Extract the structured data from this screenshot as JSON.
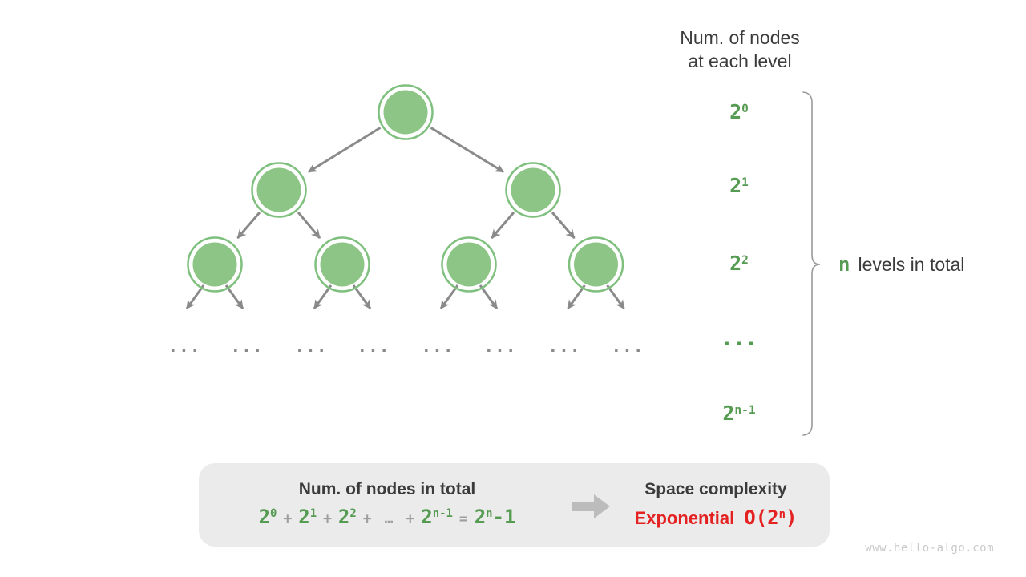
{
  "palette": {
    "green_text": "#569b52",
    "node_fill": "#8dc586",
    "node_ring": "#7fc07f",
    "edge_gray": "#8a8a8a",
    "dark": "#3b3b3b",
    "op_gray": "#9e9e9e",
    "red": "#e42222",
    "box_bg": "#ebebeb",
    "brace_gray": "#9a9a9a",
    "wm": "#c9c9c9"
  },
  "header": {
    "line1": "Num. of nodes",
    "line2": "at each level"
  },
  "levels": [
    {
      "base": "2",
      "exp": "0"
    },
    {
      "base": "2",
      "exp": "1"
    },
    {
      "base": "2",
      "exp": "2"
    },
    {
      "base": "...",
      "exp": ""
    },
    {
      "base": "2",
      "exp": "n-1"
    }
  ],
  "brace_label": {
    "n": "n",
    "rest": "levels in total"
  },
  "tree": {
    "ellipsis": "..."
  },
  "summary": {
    "left_title": "Num. of nodes in total",
    "formula": {
      "t1": {
        "b": "2",
        "s": "0"
      },
      "op1": "+",
      "t2": {
        "b": "2",
        "s": "1"
      },
      "op2": "+",
      "t3": {
        "b": "2",
        "s": "2"
      },
      "op3": "+",
      "dots": "…",
      "op4": "+",
      "t4": {
        "b": "2",
        "s": "n-1"
      },
      "eq": "=",
      "t5": {
        "b": "2",
        "s": "n",
        "tail": "-1"
      }
    },
    "right_title": "Space complexity",
    "complexity_word": "Exponential",
    "complexity_notation": {
      "pre": "O(",
      "b": "2",
      "s": "n",
      "post": ")"
    }
  },
  "watermark": "www.hello-algo.com"
}
